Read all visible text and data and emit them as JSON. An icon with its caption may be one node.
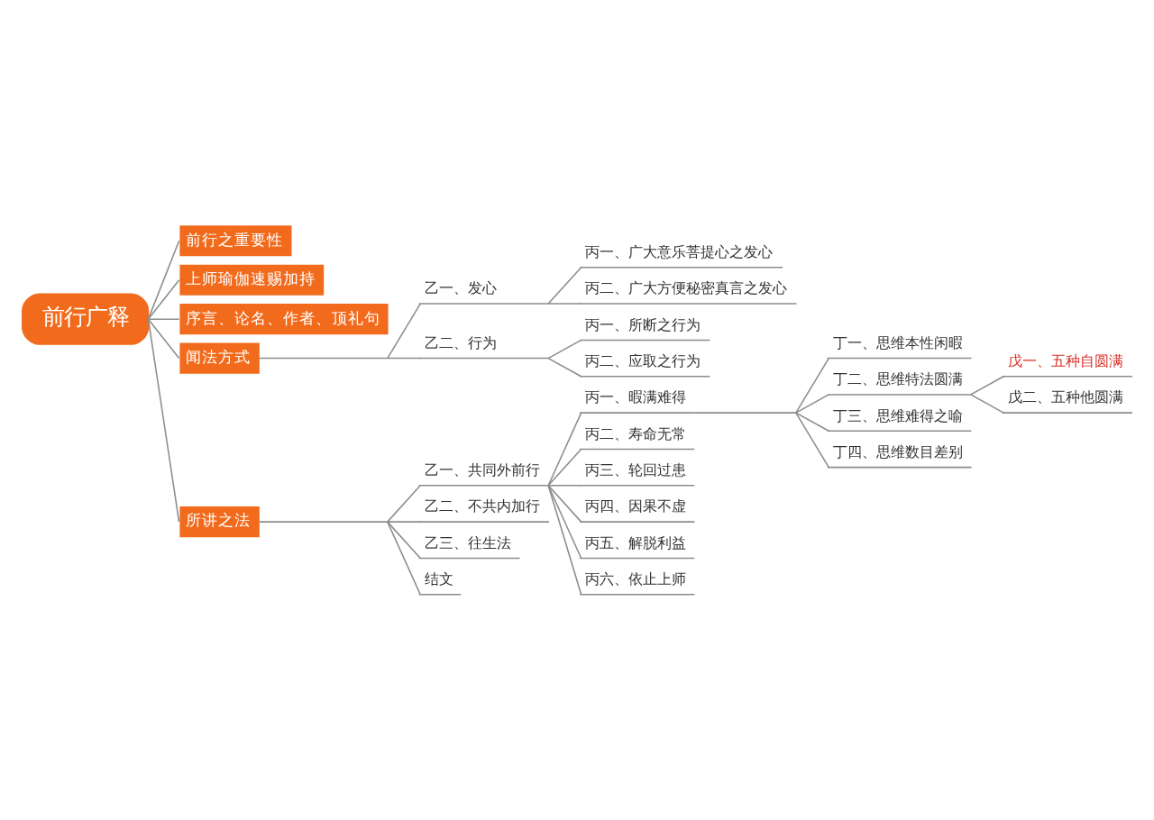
{
  "diagram": {
    "nodes": [
      {
        "text": [
          "前行广释"
        ]
      },
      {
        "text": [
          "前行之重要性"
        ]
      },
      {
        "text": [
          "上师瑜伽速赐加持"
        ]
      },
      {
        "text": [
          "序言、论名、作者、顶礼句"
        ]
      },
      {
        "text": [
          "闻法方式"
        ]
      },
      {
        "text": [
          "乙一、发心"
        ]
      },
      {
        "text": [
          "丙一、广大意乐菩提心之发心"
        ]
      },
      {
        "text": [
          "丙二、广大方便秘密真言之发心"
        ]
      },
      {
        "text": [
          "乙二、行为"
        ]
      },
      {
        "text": [
          "丙一、所断之行为"
        ]
      },
      {
        "text": [
          "丙二、应取之行为"
        ]
      },
      {
        "text": [
          "所讲之法"
        ]
      },
      {
        "text": [
          "乙一、共同外前行"
        ]
      },
      {
        "text": [
          "丙一、暇满难得"
        ]
      },
      {
        "text": [
          "丁一、思维本性闲暇"
        ]
      },
      {
        "text": [
          "丁二、思维特法圆满"
        ]
      },
      {
        "text": [
          "戊一、五种自圆满"
        ]
      },
      {
        "text": [
          "戊二、五种他圆满"
        ]
      },
      {
        "text": [
          "丁三、思维难得之喻"
        ]
      },
      {
        "text": [
          "丁四、思维数目差别"
        ]
      },
      {
        "text": [
          "丙二、寿命无常"
        ]
      },
      {
        "text": [
          "丙三、轮回过患"
        ]
      },
      {
        "text": [
          "丙四、因果不虚"
        ]
      },
      {
        "text": [
          "丙五、解脱利益"
        ]
      },
      {
        "text": [
          "丙六、依止上师"
        ]
      },
      {
        "text": [
          "乙二、不共内加行"
        ]
      },
      {
        "text": [
          "乙三、往生法"
        ]
      },
      {
        "text": [
          "结文"
        ]
      }
    ],
    "edges": [
      {
        "from": 0,
        "to": 1,
        "arrow": "none"
      },
      {
        "from": 0,
        "to": 2,
        "arrow": "none"
      },
      {
        "from": 0,
        "to": 3,
        "arrow": "none"
      },
      {
        "from": 0,
        "to": 4,
        "arrow": "none"
      },
      {
        "from": 0,
        "to": 11,
        "arrow": "none"
      },
      {
        "from": 4,
        "to": 5,
        "arrow": "none"
      },
      {
        "from": 4,
        "to": 8,
        "arrow": "none"
      },
      {
        "from": 5,
        "to": 6,
        "arrow": "none"
      },
      {
        "from": 5,
        "to": 7,
        "arrow": "none"
      },
      {
        "from": 8,
        "to": 9,
        "arrow": "none"
      },
      {
        "from": 8,
        "to": 10,
        "arrow": "none"
      },
      {
        "from": 11,
        "to": 12,
        "arrow": "none"
      },
      {
        "from": 11,
        "to": 25,
        "arrow": "none"
      },
      {
        "from": 11,
        "to": 26,
        "arrow": "none"
      },
      {
        "from": 11,
        "to": 27,
        "arrow": "none"
      },
      {
        "from": 12,
        "to": 13,
        "arrow": "none"
      },
      {
        "from": 12,
        "to": 20,
        "arrow": "none"
      },
      {
        "from": 12,
        "to": 21,
        "arrow": "none"
      },
      {
        "from": 12,
        "to": 22,
        "arrow": "none"
      },
      {
        "from": 12,
        "to": 23,
        "arrow": "none"
      },
      {
        "from": 12,
        "to": 24,
        "arrow": "none"
      },
      {
        "from": 13,
        "to": 14,
        "arrow": "none"
      },
      {
        "from": 13,
        "to": 15,
        "arrow": "none"
      },
      {
        "from": 13,
        "to": 18,
        "arrow": "none"
      },
      {
        "from": 13,
        "to": 19,
        "arrow": "none"
      },
      {
        "from": 15,
        "to": 16,
        "arrow": "none"
      },
      {
        "from": 15,
        "to": 17,
        "arrow": "none"
      }
    ]
  }
}
